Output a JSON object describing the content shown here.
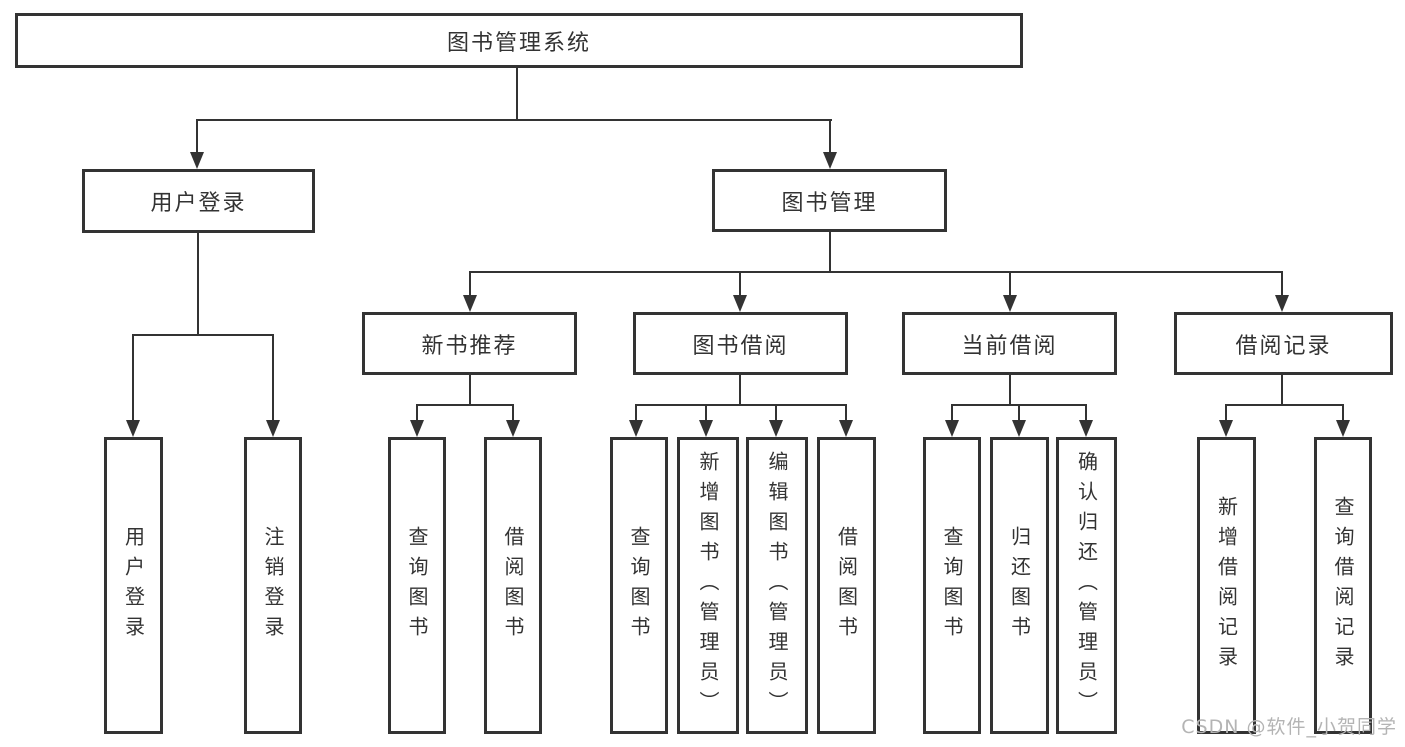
{
  "diagram": {
    "root": {
      "label": "图书管理系统"
    },
    "level2": [
      {
        "label": "用户登录"
      },
      {
        "label": "图书管理"
      }
    ],
    "level3": [
      {
        "label": "新书推荐"
      },
      {
        "label": "图书借阅"
      },
      {
        "label": "当前借阅"
      },
      {
        "label": "借阅记录"
      }
    ],
    "leaves": [
      {
        "label": "用户登录"
      },
      {
        "label": "注销登录"
      },
      {
        "label": "查询图书"
      },
      {
        "label": "借阅图书"
      },
      {
        "label": "查询图书"
      },
      {
        "label": "新增图书（管理员）"
      },
      {
        "label": "编辑图书（管理员）"
      },
      {
        "label": "借阅图书"
      },
      {
        "label": "查询图书"
      },
      {
        "label": "归还图书"
      },
      {
        "label": "确认归还（管理员）"
      },
      {
        "label": "新增借阅记录"
      },
      {
        "label": "查询借阅记录"
      }
    ],
    "watermark": "CSDN @软件_小贺同学"
  }
}
